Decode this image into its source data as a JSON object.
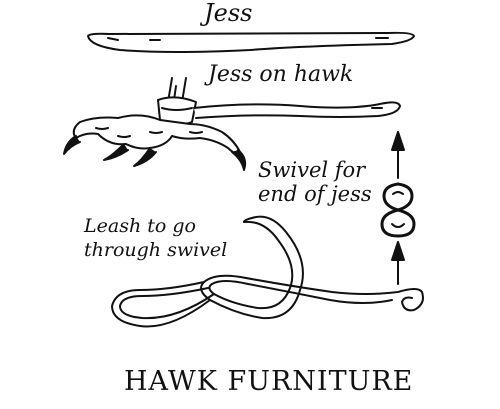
{
  "labels": {
    "jess": "Jess",
    "jess_on_hawk": "Jess on hawk",
    "swivel": [
      "Swivel for",
      "end of jess"
    ],
    "leash": [
      "Leash to go",
      "through swivel"
    ],
    "title": "HAWK FURNITURE"
  },
  "colors": {
    "ink": "#111111",
    "paper": "#ffffff"
  }
}
